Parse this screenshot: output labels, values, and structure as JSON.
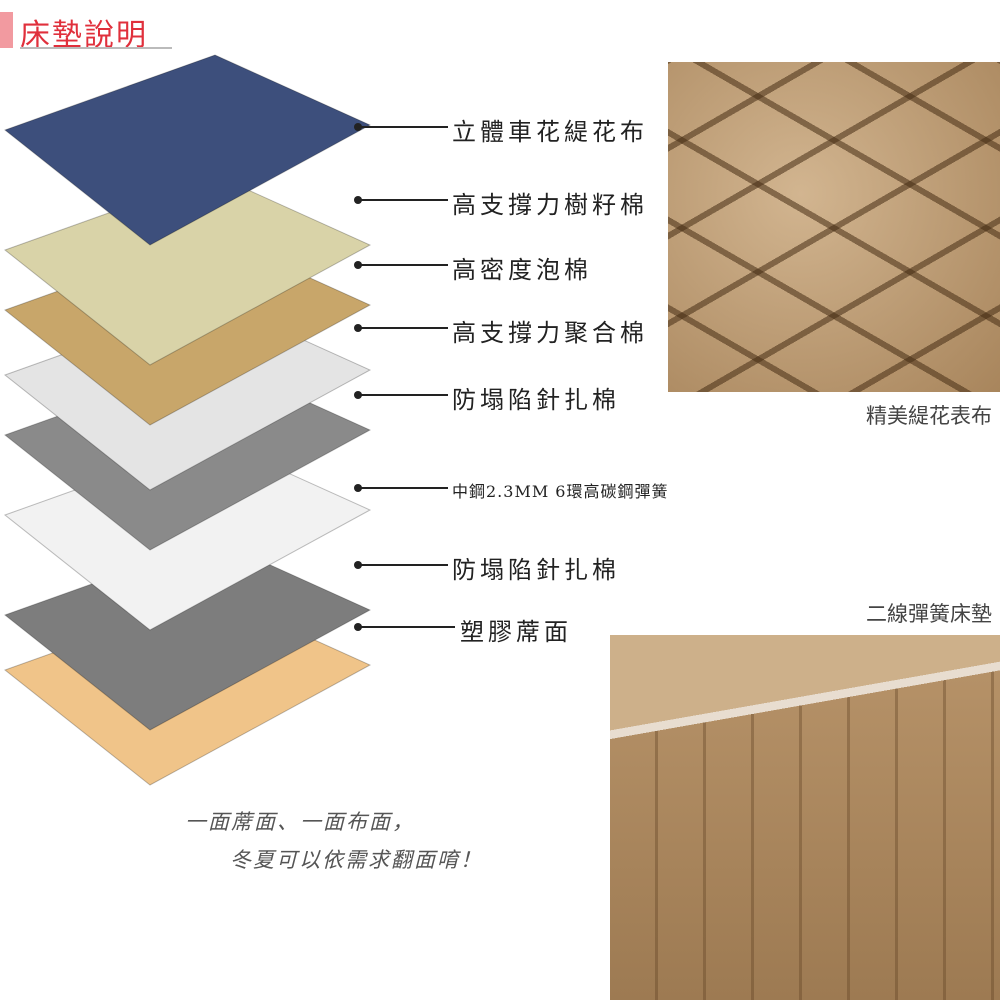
{
  "title": "床墊說明",
  "layers": [
    {
      "label": "立體車花緹花布",
      "color": "#3d4f7c"
    },
    {
      "label": "高支撐力樹籽棉",
      "color": "#d9d3a8"
    },
    {
      "label": "高密度泡棉",
      "color": "#c8a66a"
    },
    {
      "label": "高支撐力聚合棉",
      "color": "#e4e4e4"
    },
    {
      "label": "防塌陷針扎棉",
      "color": "#8a8a8a"
    },
    {
      "label": "中鋼2.3MM 6環高碳鋼彈簧",
      "color": "#f2f2f2"
    },
    {
      "label": "防塌陷針扎棉",
      "color": "#7d7d7d"
    },
    {
      "label": "塑膠蓆面",
      "color": "#f0c489"
    }
  ],
  "captions": {
    "fabric": "精美緹花表布",
    "mattress": "二線彈簧床墊"
  },
  "note": {
    "line1": "一面蓆面、一面布面，",
    "line2": "冬夏可以依需求翻面唷！"
  }
}
